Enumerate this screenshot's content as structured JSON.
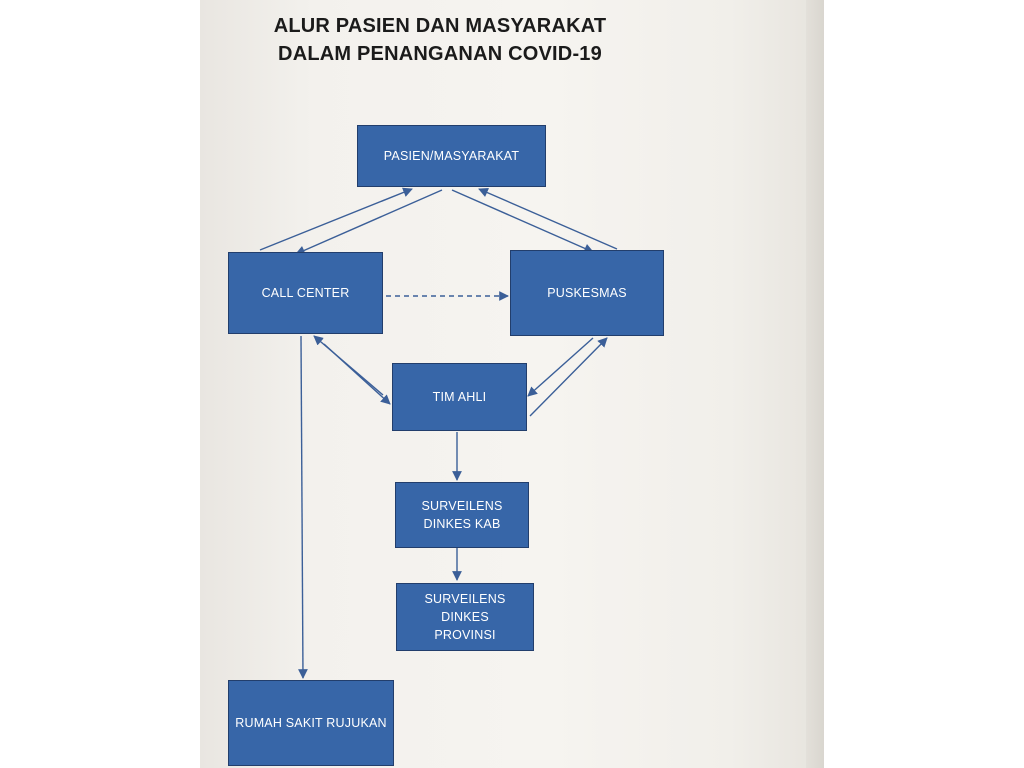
{
  "document": {
    "title_line1": "ALUR PASIEN DAN MASYARAKAT",
    "title_line2": "DALAM PENANGANAN COVID-19"
  },
  "nodes": {
    "pasien": "PASIEN/MASYARAKAT",
    "call_center": "CALL CENTER",
    "puskesmas": "PUSKESMAS",
    "tim_ahli": "TIM AHLI",
    "surveilens_kab_line1": "SURVEILENS",
    "surveilens_kab_line2": "DINKES KAB",
    "surveilens_prov_line1": "SURVEILENS DINKES",
    "surveilens_prov_line2": "PROVINSI",
    "rumah_sakit": "RUMAH SAKIT RUJUKAN"
  },
  "edges": [
    {
      "from": "call_center",
      "to": "pasien"
    },
    {
      "from": "pasien",
      "to": "call_center"
    },
    {
      "from": "pasien",
      "to": "puskesmas"
    },
    {
      "from": "puskesmas",
      "to": "pasien"
    },
    {
      "from": "call_center",
      "to": "puskesmas"
    },
    {
      "from": "call_center",
      "to": "tim_ahli"
    },
    {
      "from": "tim_ahli",
      "to": "call_center"
    },
    {
      "from": "puskesmas",
      "to": "tim_ahli"
    },
    {
      "from": "tim_ahli",
      "to": "puskesmas"
    },
    {
      "from": "tim_ahli",
      "to": "surveilens_kab"
    },
    {
      "from": "surveilens_kab",
      "to": "surveilens_prov"
    },
    {
      "from": "call_center",
      "to": "rumah_sakit"
    }
  ],
  "colors": {
    "box_fill": "#3766a8",
    "box_border": "#223e6c",
    "box_text": "#ffffff",
    "arrow": "#3b5f98",
    "title": "#1b1b1b",
    "paper": "#f4f2ee"
  }
}
